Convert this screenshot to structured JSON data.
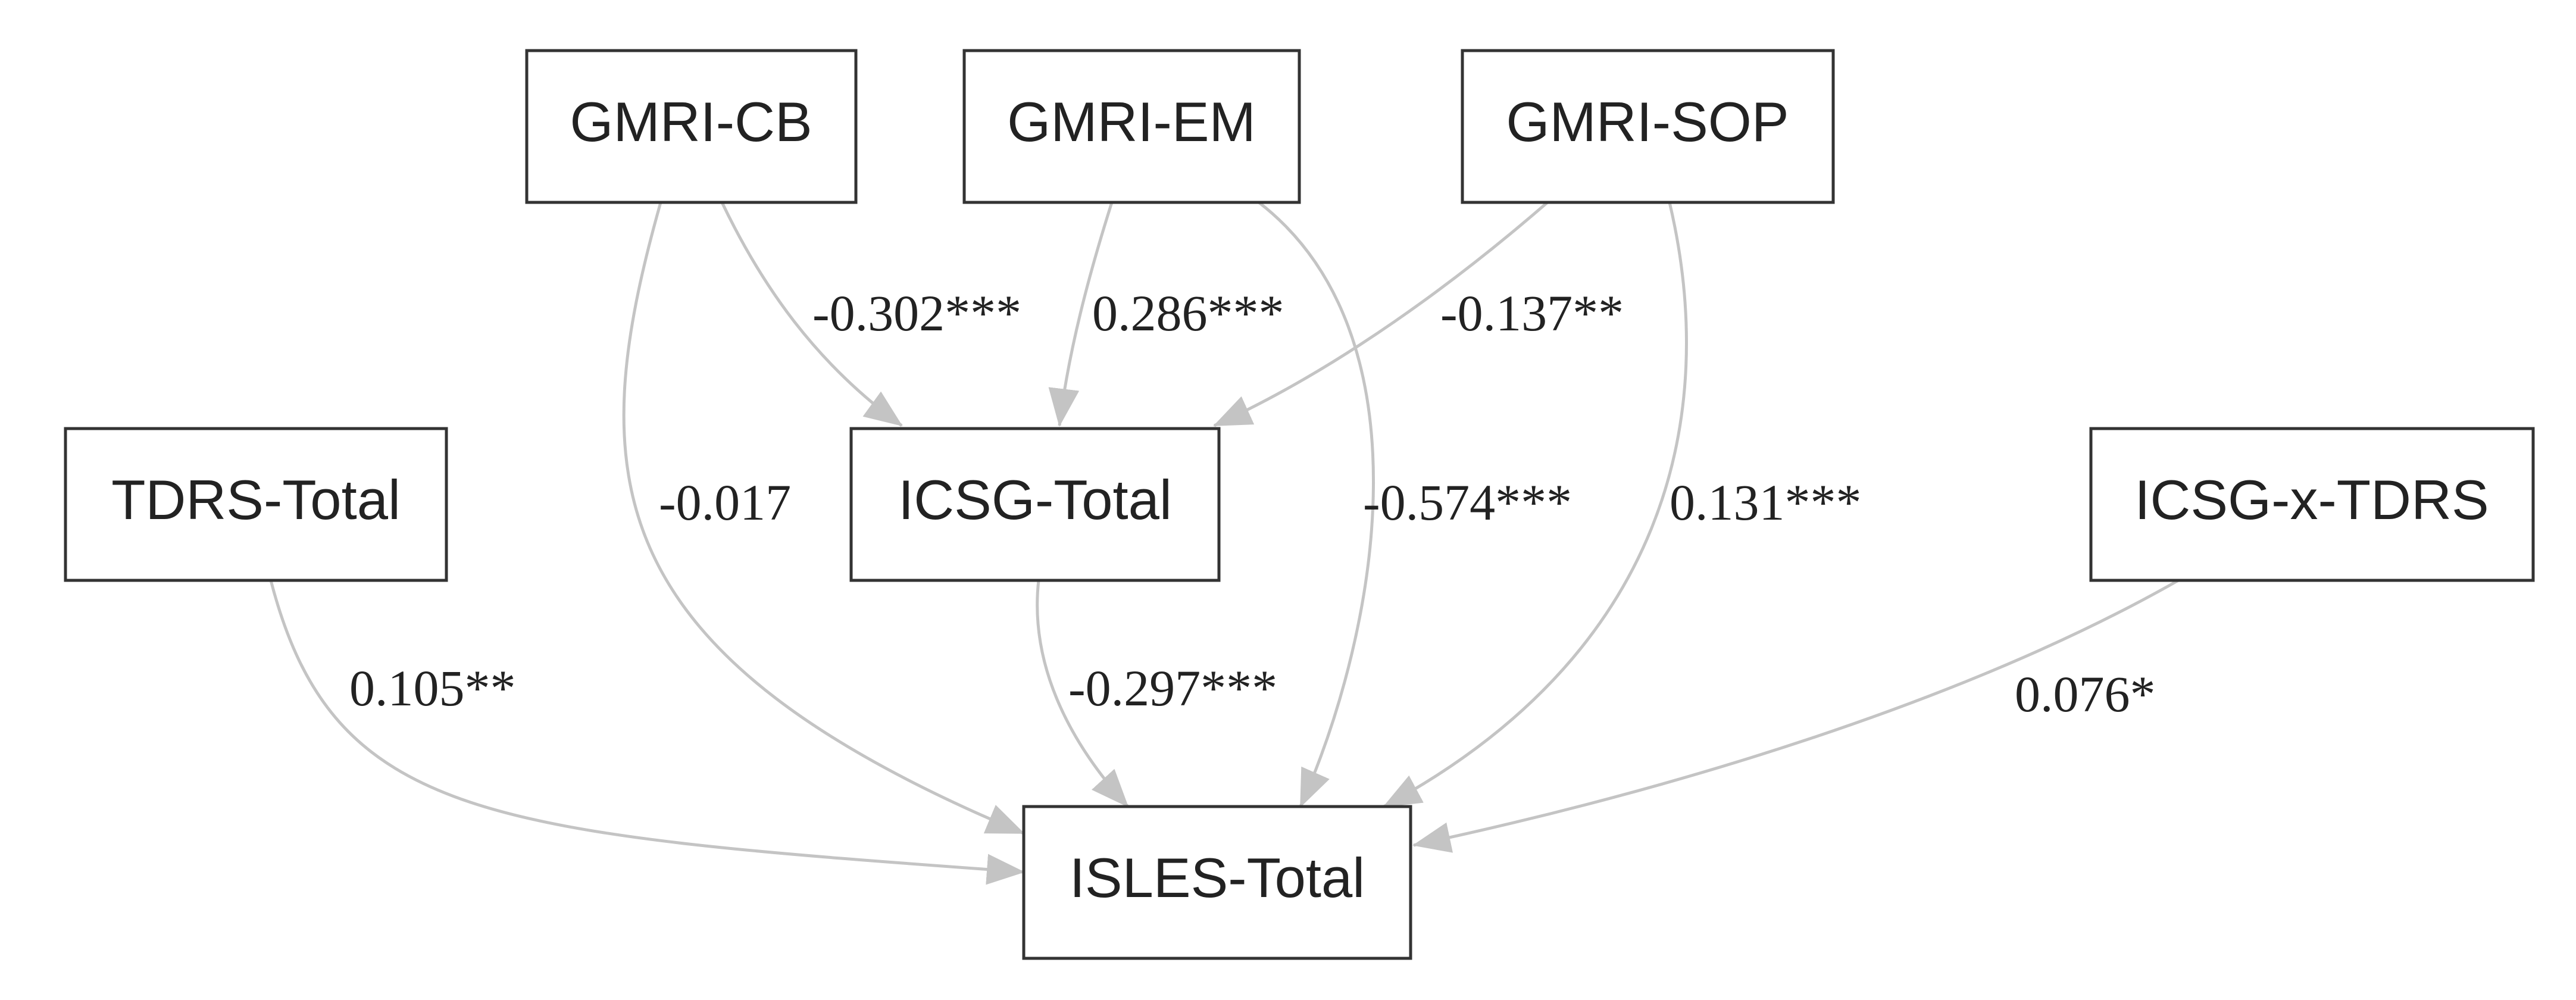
{
  "nodes": {
    "gmri_cb": "GMRI-CB",
    "gmri_em": "GMRI-EM",
    "gmri_sop": "GMRI-SOP",
    "tdrs_total": "TDRS-Total",
    "icsg_total": "ICSG-Total",
    "icsg_x_tdrs": "ICSG-x-TDRS",
    "isles_total": "ISLES-Total"
  },
  "edges": {
    "cb_to_icsg": "-0.302***",
    "em_to_icsg": "0.286***",
    "sop_to_icsg": "-0.137**",
    "cb_to_isles": "-0.017",
    "em_to_isles": "-0.574***",
    "sop_to_isles": "0.131***",
    "tdrs_to_isles": "0.105**",
    "icsg_to_isles": "-0.297***",
    "icsgxtdrs_to_isles": "0.076*"
  },
  "colors": {
    "edge": "#c4c4c4",
    "node_border": "#333333",
    "text": "#222222"
  }
}
